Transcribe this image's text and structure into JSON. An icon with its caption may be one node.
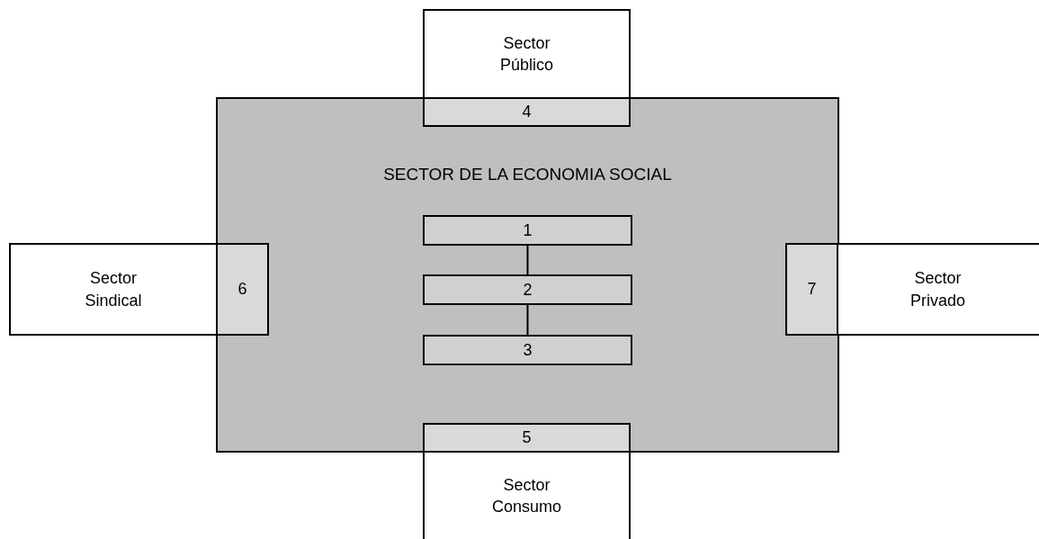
{
  "diagram": {
    "nodes": [
      {
        "text": [
          "Sector Público"
        ]
      },
      {
        "text": [
          "SECTOR DE LA ECONOMIA SOCIAL"
        ]
      },
      {
        "text": [
          "4"
        ],
        "in": 1
      },
      {
        "text": [
          "1"
        ],
        "in": 1
      },
      {
        "text": [
          "Sector Sindical"
        ]
      },
      {
        "text": [
          "6"
        ],
        "in": 1
      },
      {
        "text": [
          "2"
        ],
        "in": 1
      },
      {
        "text": [
          "7"
        ],
        "in": 1
      },
      {
        "text": [
          "Sector Privado"
        ]
      },
      {
        "text": [
          "3"
        ],
        "in": 1
      },
      {
        "text": [
          "5"
        ],
        "in": 1
      },
      {
        "text": [
          "Sector Consumo"
        ]
      }
    ],
    "edges": [
      {
        "from": 3,
        "to": 6,
        "arrow": "none"
      },
      {
        "from": 6,
        "to": 9,
        "arrow": "none"
      }
    ]
  }
}
